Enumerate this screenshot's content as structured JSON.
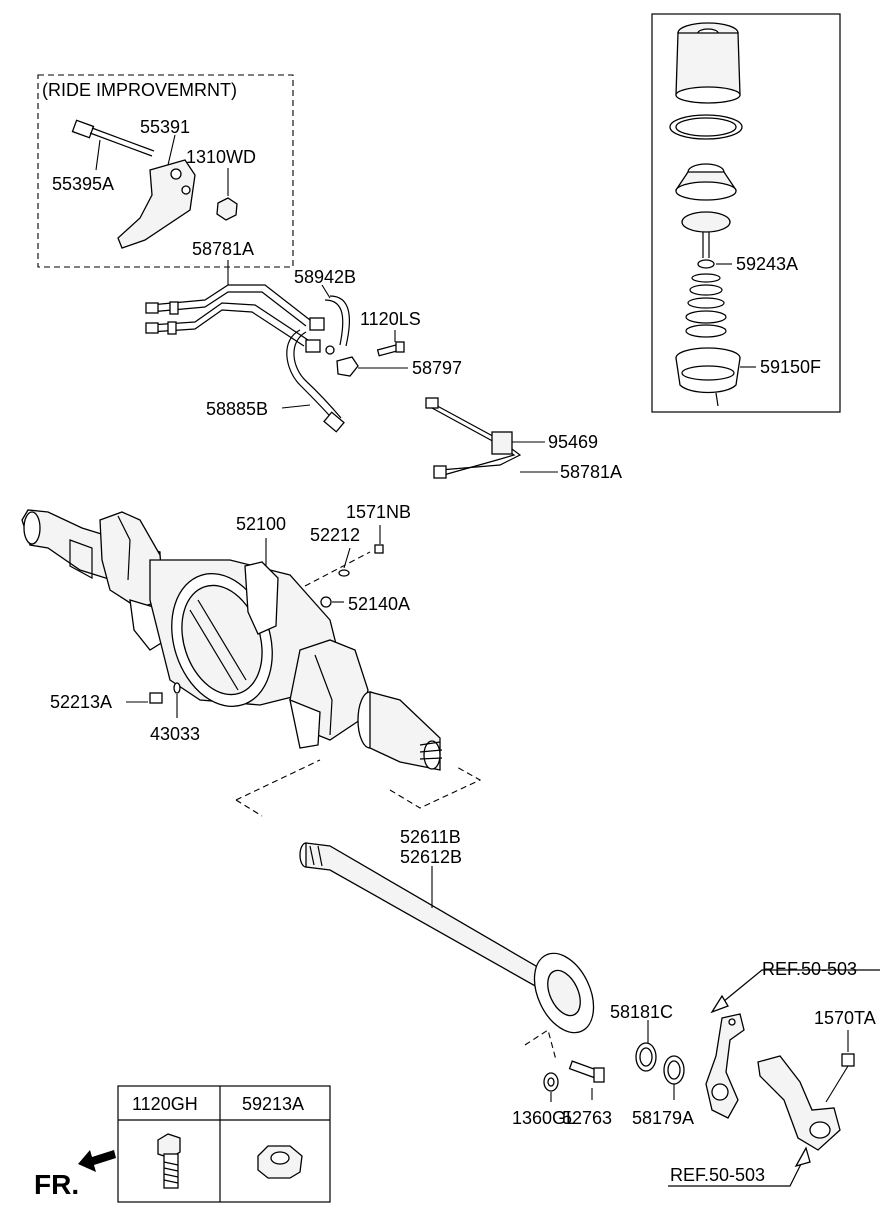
{
  "diagram": {
    "ride_box_title": "(RIDE IMPROVEMRNT)",
    "fr_label": "FR.",
    "part_numbers": {
      "p55391": "55391",
      "p1310WD": "1310WD",
      "p55395A": "55395A",
      "p58781A_top": "58781A",
      "p58942B": "58942B",
      "p1120LS": "1120LS",
      "p58797": "58797",
      "p58885B": "58885B",
      "p95469": "95469",
      "p58781A_mid": "58781A",
      "p59243A": "59243A",
      "p59150F": "59150F",
      "p52100": "52100",
      "p1571NB": "1571NB",
      "p52212": "52212",
      "p52140A": "52140A",
      "p52213A": "52213A",
      "p43033": "43033",
      "p52611B": "52611B",
      "p52612B": "52612B",
      "p58181C": "58181C",
      "p1570TA": "1570TA",
      "p1360GL": "1360GL",
      "p52763": "52763",
      "p58179A": "58179A",
      "ref_top": "REF.50-503",
      "ref_bottom": "REF.50-503"
    },
    "legend_table": {
      "col1_header": "1120GH",
      "col2_header": "59213A"
    }
  }
}
